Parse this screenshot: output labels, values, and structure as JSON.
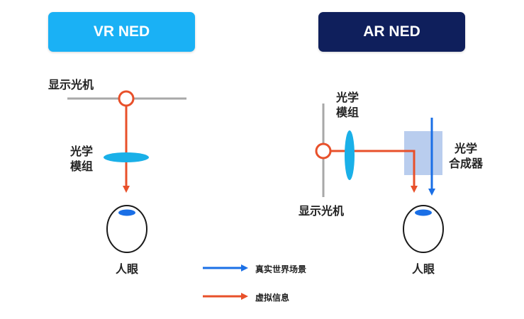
{
  "colors": {
    "vr_header": "#1ab1f5",
    "ar_header": "#0f1f5c",
    "virtual_arrow": "#e8502a",
    "real_arrow": "#1a6fe6",
    "lens": "#1ab0e8",
    "combiner": "#b9cdee",
    "display_line": "#a8a8a8"
  },
  "vr": {
    "title": "VR NED",
    "display_label": "显示光机",
    "optics_label_line1": "光学",
    "optics_label_line2": "模组",
    "eye_label": "人眼"
  },
  "ar": {
    "title": "AR NED",
    "optics_label_line1": "光学",
    "optics_label_line2": "模组",
    "combiner_label_line1": "光学",
    "combiner_label_line2": "合成器",
    "display_label": "显示光机",
    "eye_label": "人眼"
  },
  "legend": {
    "real_world": "真实世界场景",
    "virtual_info": "虚拟信息"
  }
}
